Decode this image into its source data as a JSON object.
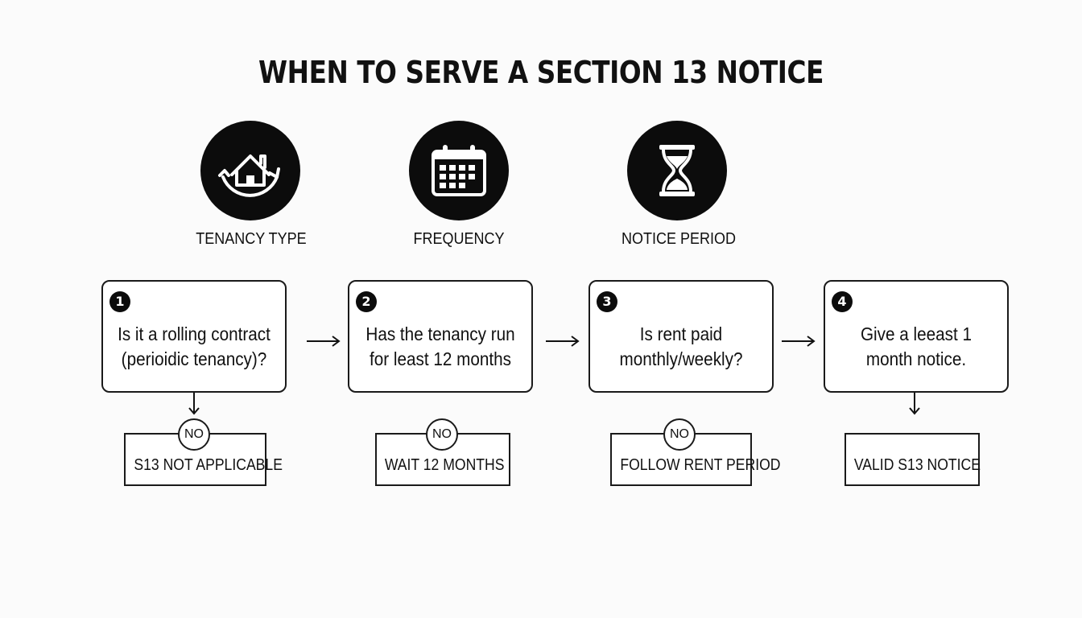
{
  "title": "WHEN TO SERVE A SECTION 13 NOTICE",
  "categories": [
    {
      "label": "TENANCY TYPE",
      "icon": "house-cycle-icon"
    },
    {
      "label": "FREQUENCY",
      "icon": "calendar-icon"
    },
    {
      "label": "NOTICE PERIOD",
      "icon": "hourglass-icon"
    }
  ],
  "steps": [
    {
      "number": "1",
      "line1": "Is it a rolling contract",
      "line2": "(perioidic tenancy)?"
    },
    {
      "number": "2",
      "line1": "Has the tenancy run",
      "line2": "for least 12 months"
    },
    {
      "number": "3",
      "line1": "Is rent paid",
      "line2": "monthly/weekly?"
    },
    {
      "number": "4",
      "line1": "Give a leeast 1",
      "line2": "month notice."
    }
  ],
  "outcomes": [
    {
      "badge": "NO",
      "label": "S13 NOT APPLICABLE"
    },
    {
      "badge": "NO",
      "label": "WAIT 12 MONTHS"
    },
    {
      "badge": "NO",
      "label": "FOLLOW RENT PERIOD"
    },
    {
      "label": "VALID S13 NOTICE"
    }
  ],
  "colors": {
    "background": "#fbfbfb",
    "ink": "#0c0c0c",
    "icon": "#ffffff"
  }
}
